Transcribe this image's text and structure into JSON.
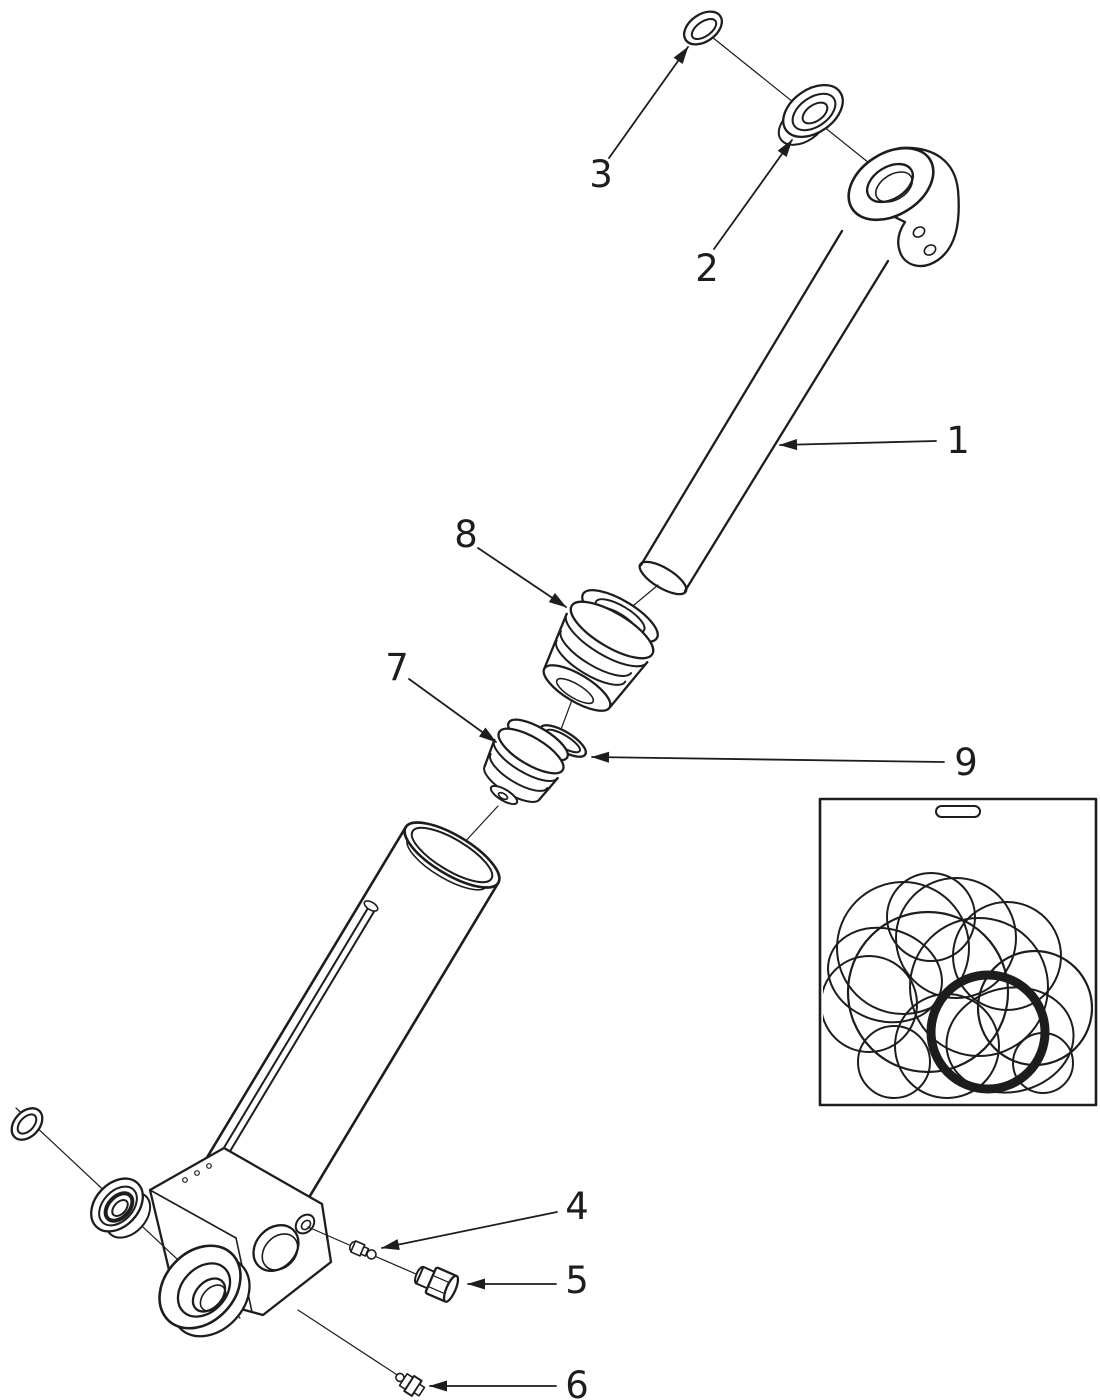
{
  "page": {
    "background": "#ffffff",
    "line_color": "#1d1d1d",
    "figure": "exploded-parts-diagram-hydraulic-cylinder"
  },
  "callouts": {
    "c1": "1",
    "c2": "2",
    "c3": "3",
    "c4": "4",
    "c5": "5",
    "c6": "6",
    "c7": "7",
    "c8": "8",
    "c9": "9"
  }
}
